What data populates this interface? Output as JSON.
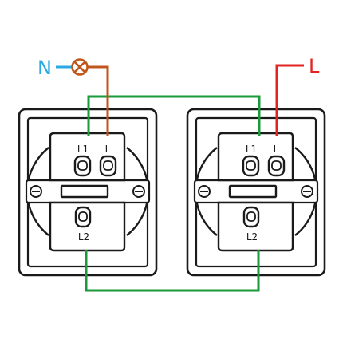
{
  "diagram": {
    "supply": {
      "neutral_label": "N",
      "live_label": "L",
      "lamp_icon": "lamp-cross-icon"
    },
    "switch_left": {
      "terminal_l1": "L1",
      "terminal_l": "L",
      "terminal_l2": "L2"
    },
    "switch_right": {
      "terminal_l1": "L1",
      "terminal_l": "L",
      "terminal_l2": "L2"
    },
    "colors": {
      "neutral": "#29aae1",
      "live": "#e32322",
      "lamp_wire": "#c0561c",
      "traveller": "#1a9a3a",
      "outline": "#1a1a1a"
    }
  }
}
